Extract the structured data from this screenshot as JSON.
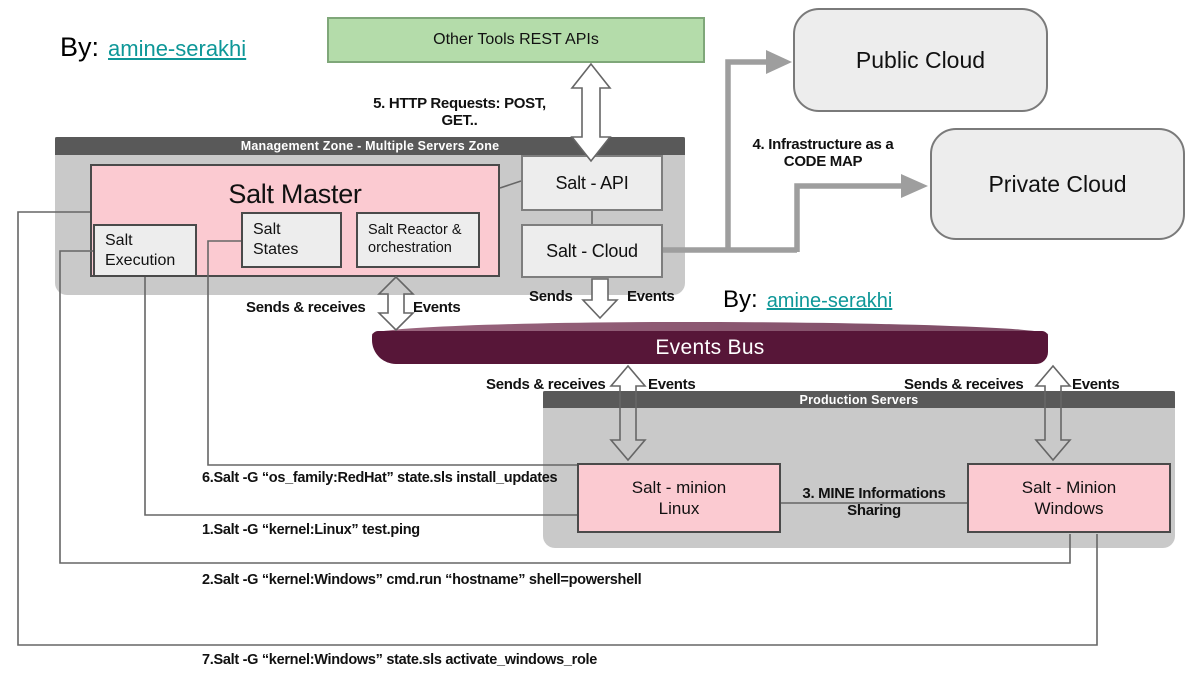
{
  "bylines": {
    "top": {
      "prefix": "By:",
      "name": "amine-serakhi"
    },
    "middle": {
      "prefix": "By:",
      "name": "amine-serakhi"
    }
  },
  "zones": {
    "management": "Management Zone - Multiple Servers Zone",
    "production": "Production Servers"
  },
  "nodes": {
    "other_tools": "Other Tools REST APIs",
    "public_cloud": "Public Cloud",
    "private_cloud": "Private Cloud",
    "salt_master": "Salt Master",
    "salt_execution": "Salt\nExecution",
    "salt_states": "Salt\nStates",
    "salt_reactor": "Salt Reactor &\norchestration",
    "salt_api": "Salt - API",
    "salt_cloud": "Salt - Cloud",
    "events_bus": "Events Bus",
    "minion_linux": "Salt - minion\nLinux",
    "minion_windows": "Salt - Minion\nWindows"
  },
  "labels": {
    "http_requests": "5. HTTP Requests: POST,\nGET..",
    "infrastructure": "4. Infrastructure as a\nCODE  MAP",
    "sends_receives": "Sends & receives",
    "events": "Events",
    "sends": "Sends",
    "mine_sharing": "3. MINE Informations\nSharing"
  },
  "commands": {
    "cmd6": "6.Salt -G “os_family:RedHat” state.sls install_updates",
    "cmd1": "1.Salt -G “kernel:Linux” test.ping",
    "cmd2": "2.Salt -G “kernel:Windows” cmd.run “hostname” shell=powershell",
    "cmd7": "7.Salt -G “kernel:Windows” state.sls activate_windows_role"
  },
  "colors": {
    "pink": "#fbcad1",
    "green": "#b4dcaa",
    "zone_gray": "#c9c9c9",
    "zone_header": "#595959",
    "box_gray": "#ededed",
    "bus_front": "#571638",
    "bus_top": "#8d5873",
    "link_teal": "#0e9798",
    "thick_connector": "#9e9e9e"
  }
}
